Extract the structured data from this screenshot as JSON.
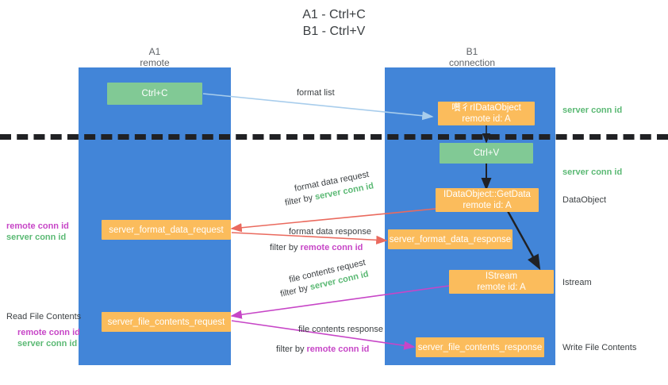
{
  "title": "A1 - Ctrl+C\nB1 - Ctrl+V",
  "colors": {
    "lane": "#4285d8",
    "green_node": "#81c995",
    "orange_node": "#fbbc5c",
    "green_text": "#5bb974",
    "magenta_text": "#c746c7",
    "arrow_blue": "#a8cdec",
    "arrow_red": "#ea6a5e",
    "arrow_magenta": "#c746c7",
    "arrow_dark": "#202124",
    "background": "#ffffff"
  },
  "columns": [
    {
      "name": "A1",
      "sub": "remote"
    },
    {
      "name": "B1",
      "sub": "connection"
    }
  ],
  "nodes": {
    "ctrl_c": {
      "line1": "Ctrl+C"
    },
    "ctrl_v": {
      "line1": "Ctrl+V"
    },
    "idataobject_top": {
      "line1": "嚽彳rIDataObject",
      "line2": "remote id: A"
    },
    "idataobject_getdata": {
      "line1": "IDataObject::GetData",
      "line2": "remote id: A"
    },
    "istream": {
      "line1": "IStream",
      "line2": "remote id: A"
    },
    "server_format_data_request": {
      "line1": "server_format_data_request"
    },
    "server_format_data_response": {
      "line1": "server_format_data_response"
    },
    "server_file_contents_request": {
      "line1": "server_file_contents_request"
    },
    "server_file_contents_response": {
      "line1": "server_file_contents_response"
    }
  },
  "edge_labels": {
    "format_list": "format list",
    "format_data_request": "format data request",
    "format_data_request_filter_prefix": "filter by ",
    "format_data_request_filter_value": "server conn id",
    "format_data_response": "format data response",
    "format_data_response_filter_prefix": "filter by ",
    "format_data_response_filter_value": "remote conn id",
    "file_contents_request": "file contents request",
    "file_contents_request_filter_prefix": "filter by ",
    "file_contents_request_filter_value": "server conn id",
    "file_contents_response": "file contents response",
    "file_contents_response_filter_prefix": "filter by ",
    "file_contents_response_filter_value": "remote conn id"
  },
  "right_labels": {
    "server_conn_id_top": "server conn id",
    "server_conn_id_second": "server conn id",
    "dataobject": "DataObject",
    "istream": "Istream",
    "write_file_contents": "Write File Contents"
  },
  "left_labels": {
    "remote_conn_id_mid": "remote conn id",
    "server_conn_id_mid": "server conn id",
    "read_file_contents": "Read File Contents",
    "remote_conn_id_low": "remote conn id",
    "server_conn_id_low": "server conn id"
  }
}
